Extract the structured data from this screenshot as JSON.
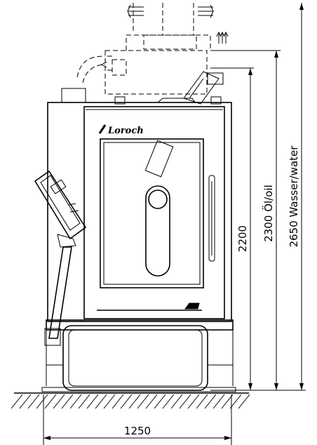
{
  "drawing": {
    "brand_name": "Loroch",
    "dimensions": {
      "width": "1250",
      "height_main": "2200",
      "height_oil": "2300 Öl/oil",
      "height_water": "2650 Wasser/water"
    }
  }
}
